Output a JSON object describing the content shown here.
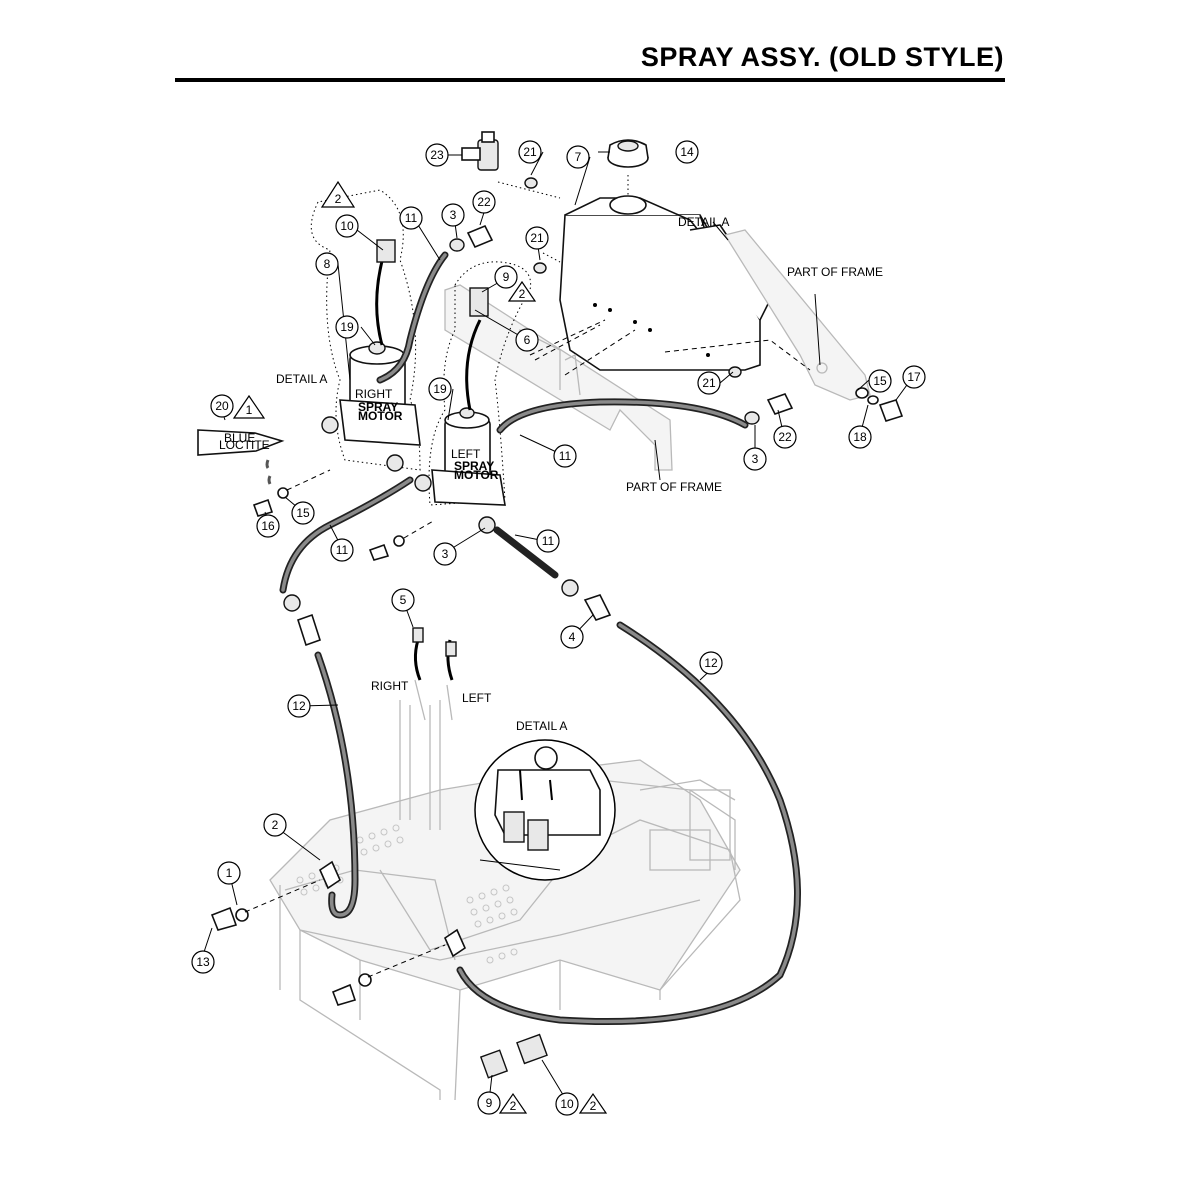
{
  "title": "SPRAY ASSY. (OLD STYLE)",
  "labels": {
    "detail_a": "DETAIL A",
    "part_of_frame": "PART OF FRAME",
    "right": "RIGHT",
    "left": "LEFT",
    "spray_motor": "SPRAY",
    "spray_motor_2": "MOTOR",
    "blue": "BLUE",
    "loctite": "LOCTITE"
  },
  "callouts": [
    "1",
    "2",
    "3",
    "4",
    "5",
    "6",
    "7",
    "8",
    "9",
    "10",
    "11",
    "12",
    "13",
    "14",
    "15",
    "16",
    "17",
    "18",
    "19",
    "20",
    "21",
    "22",
    "23"
  ],
  "notes": [
    "1",
    "2"
  ],
  "colors": {
    "ink": "#000000",
    "frame_gray": "#b9b9b9",
    "hose": "#222222"
  }
}
